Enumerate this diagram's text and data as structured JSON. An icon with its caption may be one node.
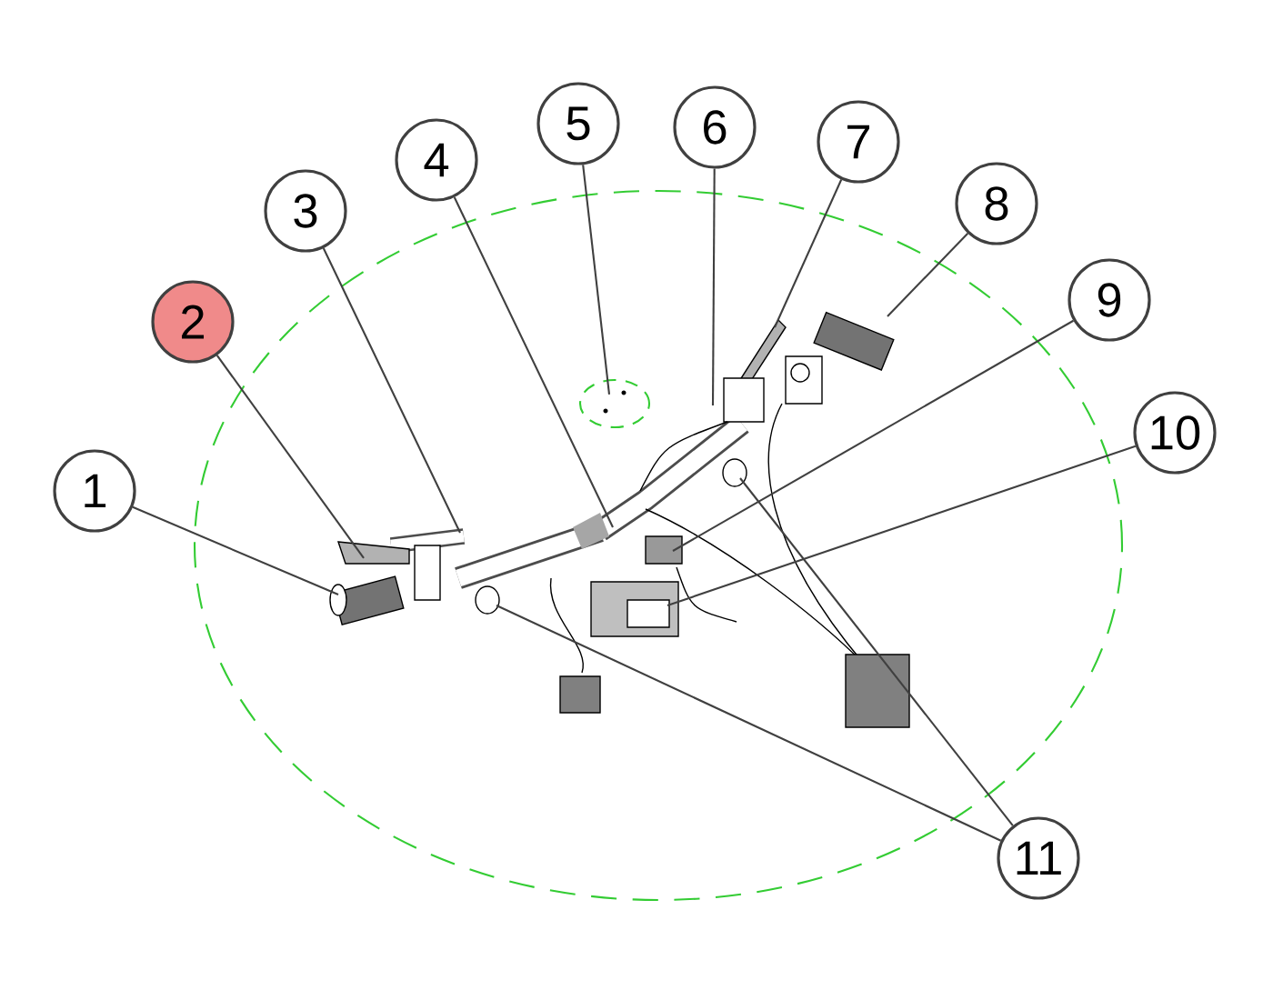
{
  "diagram": {
    "nodes": [
      {
        "text": [
          "1"
        ]
      },
      {
        "text": [
          "2"
        ]
      },
      {
        "text": [
          "3"
        ]
      },
      {
        "text": [
          "4"
        ]
      },
      {
        "text": [
          "5"
        ]
      },
      {
        "text": [
          "6"
        ]
      },
      {
        "text": [
          "7"
        ]
      },
      {
        "text": [
          "8"
        ]
      },
      {
        "text": [
          "9"
        ]
      },
      {
        "text": [
          "10"
        ]
      },
      {
        "text": [
          "11"
        ]
      }
    ],
    "edges": [
      {
        "from": 0,
        "to": null,
        "arrow": "none"
      },
      {
        "from": 1,
        "to": null,
        "arrow": "none"
      },
      {
        "from": 2,
        "to": null,
        "arrow": "none"
      },
      {
        "from": 3,
        "to": null,
        "arrow": "none"
      },
      {
        "from": 4,
        "to": null,
        "arrow": "none"
      },
      {
        "from": 5,
        "to": null,
        "arrow": "none"
      },
      {
        "from": 6,
        "to": null,
        "arrow": "none"
      },
      {
        "from": 7,
        "to": null,
        "arrow": "none"
      },
      {
        "from": 8,
        "to": null,
        "arrow": "none"
      },
      {
        "from": 9,
        "to": null,
        "arrow": "none"
      },
      {
        "from": 10,
        "to": null,
        "arrow": "none"
      },
      {
        "from": 10,
        "to": null,
        "arrow": "none"
      }
    ]
  }
}
